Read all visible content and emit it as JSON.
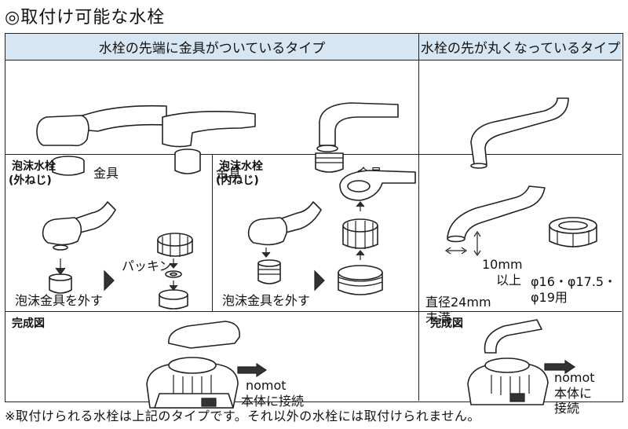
{
  "title": "◎取付け可能な水栓",
  "headers": {
    "left": "水栓の先端に金具がついているタイプ",
    "right": "水栓の先が丸くなっているタイプ"
  },
  "fitting_label": "金具",
  "foam_outer": {
    "title": "泡沫水栓",
    "subtitle": "(外ねじ)",
    "packing": "パッキン",
    "remove": "泡沫金具を外す"
  },
  "foam_inner": {
    "title": "泡沫水栓",
    "subtitle": "(内ねじ)",
    "remove": "泡沫金具を外す"
  },
  "round_spout": {
    "gap": "10mm",
    "gap_sub": "以上",
    "diameter": "直径24mm",
    "diameter_sub": "未満",
    "sizes": "φ16・φ17.5・",
    "sizes_sub": "φ19用"
  },
  "complete": {
    "label": "完成図",
    "brand": "nomot",
    "connect": "本体に接続",
    "connect_a": "本体に",
    "connect_b": "接続"
  },
  "footnote": "※取付けられる水栓は上記のタイプです。それ以外の水栓には取付けられません。"
}
